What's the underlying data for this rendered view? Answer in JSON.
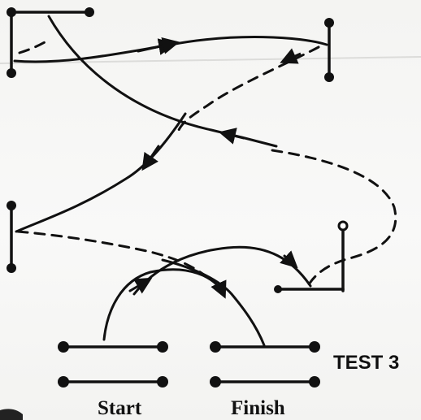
{
  "labels": {
    "test": "TEST 3",
    "start": "Start",
    "finish": "Finish"
  },
  "colors": {
    "ink": "#111111",
    "paper": "#f6f6f4"
  }
}
